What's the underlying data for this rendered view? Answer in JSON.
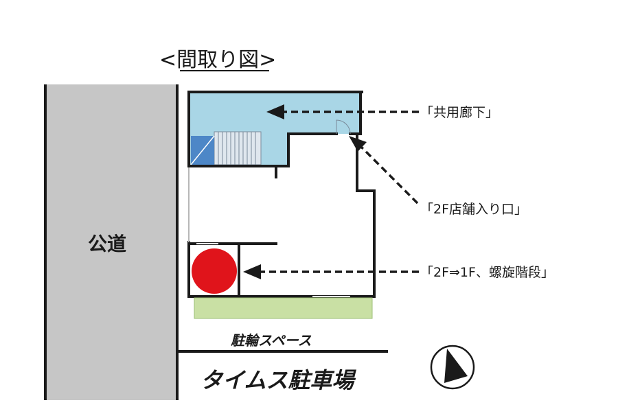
{
  "title": "<間取り図>",
  "road_label": "公道",
  "labels": {
    "corridor": "「共用廊下」",
    "entrance": "「2F店舗入り口」",
    "stairs": "「2F⇒1F、螺旋階段」"
  },
  "bicycle_space": "駐輪スペース",
  "parking": "タイムス駐車場",
  "colors": {
    "corridor": "#a9d6e6",
    "stairs": "#e0141b",
    "bicycle_strip": "#c9e0a4",
    "road": "#c6c6c6",
    "wall": "#1a1a1a"
  },
  "icons": {
    "compass": "north-arrow-icon"
  }
}
